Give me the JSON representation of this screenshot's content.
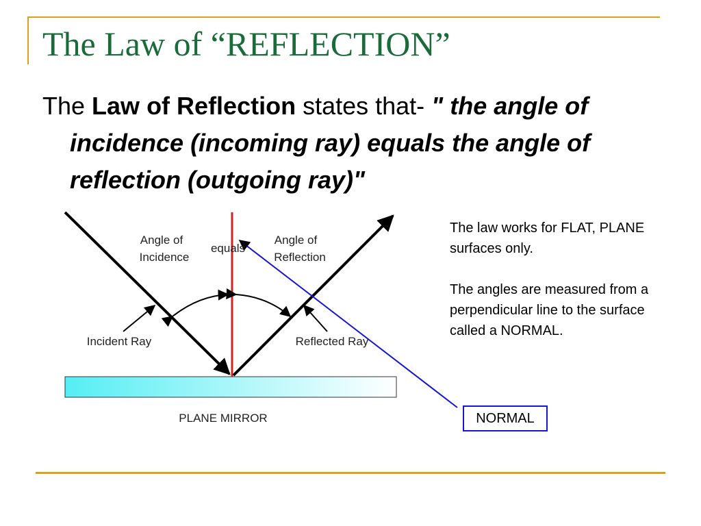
{
  "slide": {
    "title": "The Law of “REFLECTION”"
  },
  "statement": {
    "prefix": "The ",
    "term": "Law of Reflection",
    "middle": " states that- ",
    "quote": "\" the angle of incidence (incoming ray) equals the angle of reflection (outgoing ray)\""
  },
  "diagram": {
    "labels": {
      "angle_of_incidence": [
        "Angle of",
        "Incidence"
      ],
      "equals": "equals",
      "angle_of_reflection": [
        "Angle of",
        "Reflection"
      ],
      "incident_ray": "Incident Ray",
      "reflected_ray": "Reflected Ray",
      "plane_mirror": "PLANE MIRROR"
    },
    "colors": {
      "normal_line": "#d42020",
      "ray": "#000000",
      "pointer_line": "#1515d8",
      "mirror_left": "#55eef4",
      "mirror_right": "#ffffff"
    }
  },
  "notes": {
    "paragraph_1": "The law works for FLAT, PLANE surfaces only.",
    "paragraph_2": "The angles are measured from a perpendicular line to the surface called a NORMAL."
  },
  "callout": {
    "label": "NORMAL"
  }
}
